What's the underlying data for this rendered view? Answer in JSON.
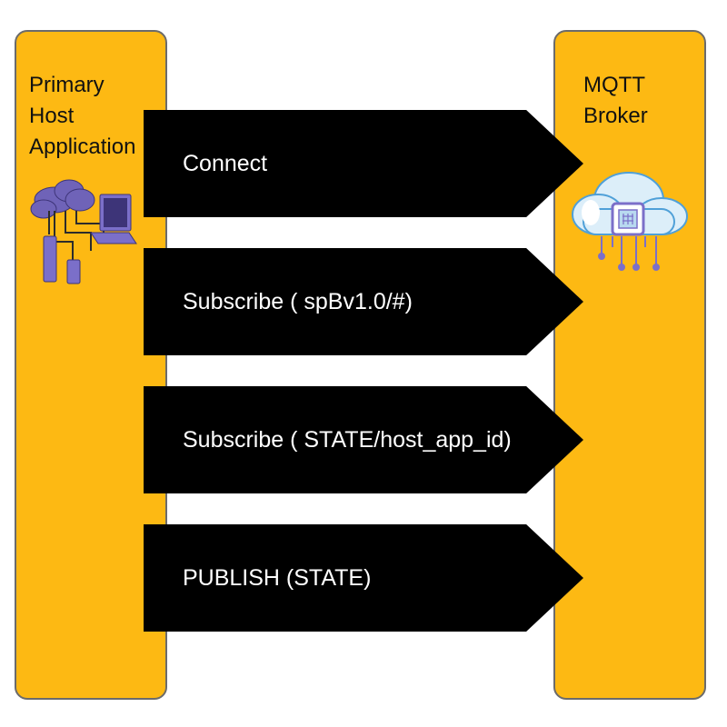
{
  "host": {
    "title": "Primary\nHost\nApplication",
    "icon": "cloud-devices-icon"
  },
  "broker": {
    "title": "MQTT\nBroker",
    "icon": "cloud-chip-icon"
  },
  "arrows": [
    {
      "label": "Connect"
    },
    {
      "label": "Subscribe ( spBv1.0/#)"
    },
    {
      "label": "Subscribe ( STATE/host_app_id)"
    },
    {
      "label": "PUBLISH (STATE)"
    }
  ],
  "colors": {
    "lane": "#fdb913",
    "lane_border": "#6b6b6b",
    "arrow": "#000000",
    "arrow_text": "#ffffff",
    "icon_purple": "#7b6fc9",
    "icon_blue": "#4fa0d8"
  }
}
